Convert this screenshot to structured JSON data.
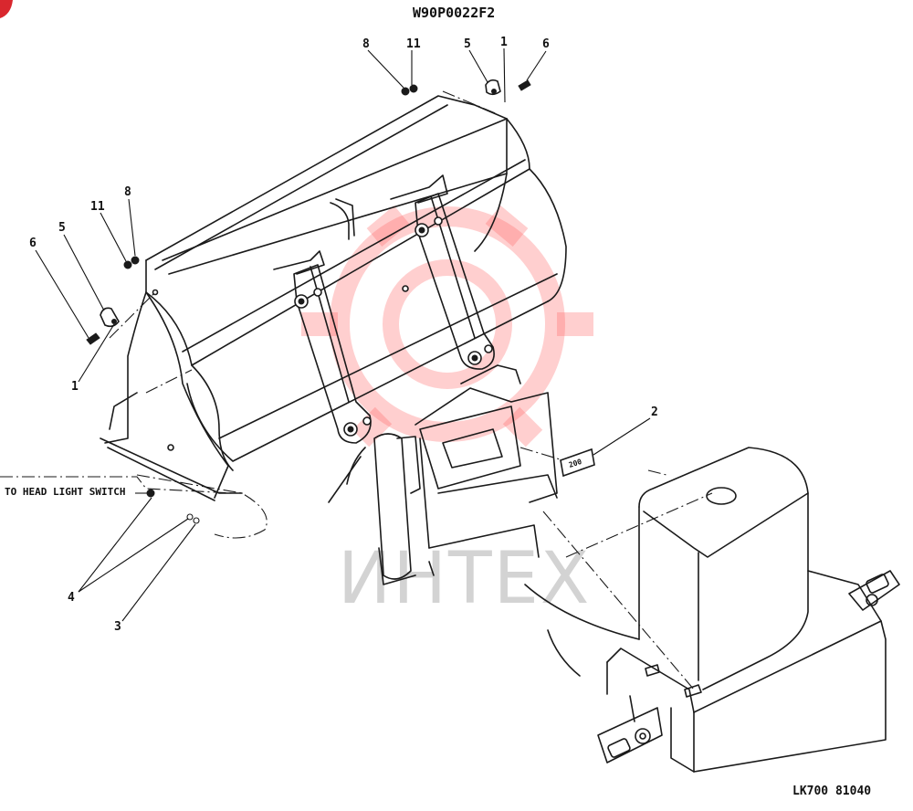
{
  "drawing_number": "W90P0022F2",
  "reference_code": "LK700 81040",
  "wire_note": "TO HEAD LIGHT SWITCH",
  "watermark_text": "ИНТЕХ",
  "callouts": [
    "8",
    "11",
    "5",
    "1",
    "6",
    "8",
    "11",
    "5",
    "6",
    "1",
    "2",
    "4",
    "3"
  ],
  "plate_text": "200",
  "colors": {
    "ink": "#1a1a1a",
    "watermark": "#ff6b6b",
    "corner_mark": "#d9272e"
  }
}
